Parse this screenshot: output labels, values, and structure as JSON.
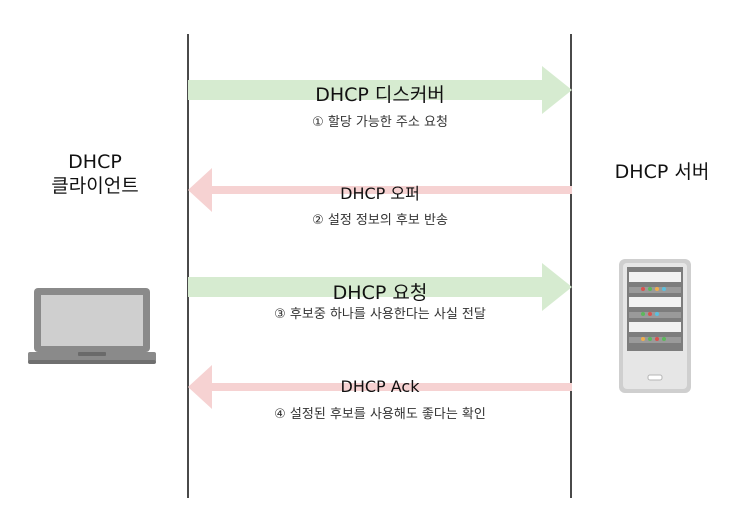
{
  "client": {
    "title_line1": "DHCP",
    "title_line2": "클라이언트"
  },
  "server": {
    "title": "DHCP 서버"
  },
  "messages": [
    {
      "label": "DHCP 디스커버",
      "description": "① 할당 가능한 주소 요청",
      "direction": "client-to-server",
      "color": "#d6ebd0"
    },
    {
      "label": "DHCP 오퍼",
      "description": "② 설정 정보의 후보 반송",
      "direction": "server-to-client",
      "color": "#f6d2d2"
    },
    {
      "label": "DHCP 요청",
      "description": "③ 후보중 하나를 사용한다는 사실 전달",
      "direction": "client-to-server",
      "color": "#d6ebd0"
    },
    {
      "label": "DHCP Ack",
      "description": "④ 설정된 후보를 사용해도 좋다는 확인",
      "direction": "server-to-client",
      "color": "#f6d2d2"
    }
  ],
  "icons": {
    "client": "laptop-icon",
    "server": "server-rack-icon"
  }
}
